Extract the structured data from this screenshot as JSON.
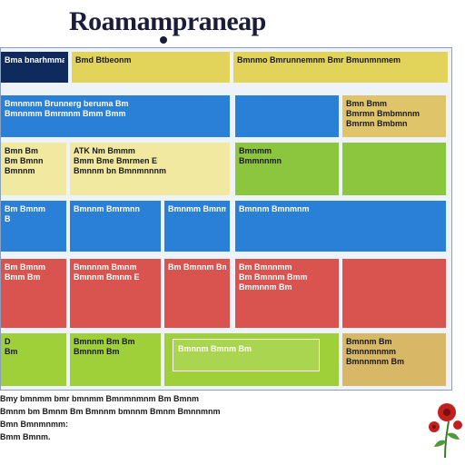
{
  "header": {
    "title": "Roamamprаneap"
  },
  "grid": {
    "row0": {
      "c0": [
        "Bma bnarhmma"
      ],
      "c1": [
        "Bmd Btbeonm"
      ],
      "c2": [
        "Bmnmo Bmrunnemnm   Bmr Bmunmnmem"
      ]
    },
    "row1": {
      "c0": [
        "Bmnmnm Brunnerg beruma Bm",
        "Bmnnmm Bmrmnm Bmm Bmm"
      ],
      "c3": [
        "Bmn Bmm",
        "Bmrmn Bmbmnnm",
        "Bmrmn Bmbmn"
      ]
    },
    "row2": {
      "c0": [
        "Bmn Bm",
        "Bm Bmnn",
        "Bmnnm"
      ],
      "c1": [
        "ATK Nm Bmmm",
        "Bmm Bme Bmrmen E",
        "Bmnnm bn Bmnmnnnm"
      ],
      "c2": [
        "Bmnmm",
        "Bmmnnmn"
      ]
    },
    "row3": {
      "c0": [
        "Bm Bmnm",
        "B"
      ],
      "c1": [
        "Bmnnm Bmrmnn"
      ],
      "c2": [
        "Bmnmm Bmnm"
      ],
      "c3": [
        "Bmnnm Bmnmnm"
      ]
    },
    "row4": {
      "c0": [
        "Bm Bmnm",
        "Bmm Bm"
      ],
      "c1": [
        "Bmnnnm Bmnm",
        "Bmnnm Bmnm E"
      ],
      "c2": [
        "Bm Bmnnm Bmnm"
      ],
      "c3": [
        "Bm Bmnnmm",
        "Bm Bmnnm Bmm",
        "Bmmnnm Bm"
      ]
    },
    "row5": {
      "c0": [
        "D",
        "Bm"
      ],
      "c1": [
        "Bmnnm Bm Bm",
        "Bmnnm Bm"
      ],
      "overlay": "Bmnnm Bmnm Bm",
      "c3": [
        "Bmnnm Bm",
        "Bmnnmnmm",
        "Bmnnmnm Bm"
      ]
    }
  },
  "caption": {
    "lines": [
      "Bmy bmnmm bmr bmnmm Bmnmnmnm Bm Bmnm",
      "Bmnm bm Bmnm Bm Bmnnm bmnnm Bmnm Bmnnmnm",
      "Bmn Bmnmnmm:",
      "Bmm Bmnm."
    ]
  },
  "colors": {
    "header": "#1b1b3a",
    "yellow": "#e2d35a",
    "blue": "#2a7fd6",
    "green": "#8cc63f",
    "red": "#d9534f",
    "navy": "#0f2a5c",
    "gold": "#e0c46a"
  }
}
